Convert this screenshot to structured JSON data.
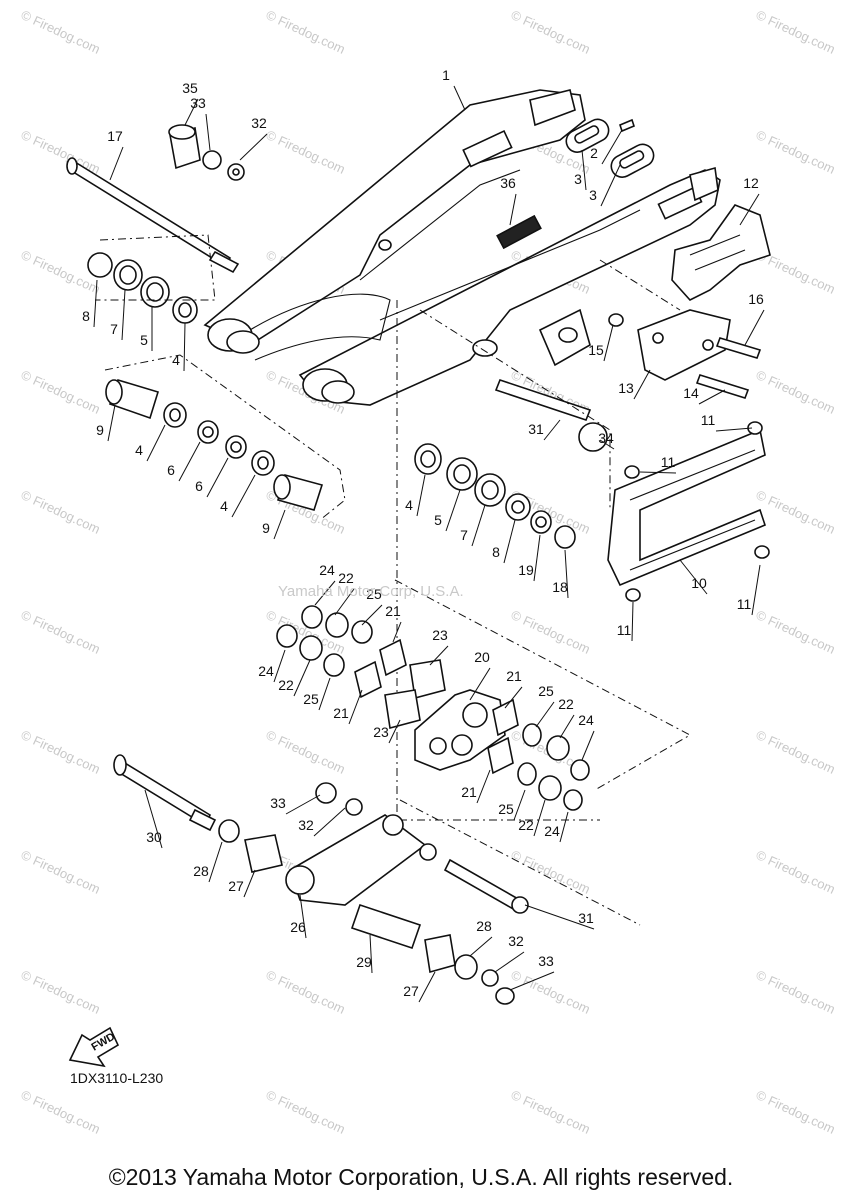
{
  "watermark_text": "© Firedog.com",
  "inline_watermark": "Yamaha Motor Corp, U.S.A.",
  "fwd_label": "FWD",
  "diagram_code": "1DX3110-L230",
  "copyright": "©2013 Yamaha Motor Corporation, U.S.A. All rights reserved.",
  "callouts": [
    "1",
    "2",
    "3",
    "3",
    "4",
    "4",
    "4",
    "4",
    "5",
    "5",
    "6",
    "6",
    "7",
    "7",
    "8",
    "8",
    "9",
    "9",
    "10",
    "11",
    "11",
    "11",
    "11",
    "12",
    "13",
    "14",
    "15",
    "16",
    "17",
    "18",
    "19",
    "20",
    "21",
    "21",
    "21",
    "21",
    "22",
    "22",
    "22",
    "22",
    "23",
    "23",
    "24",
    "24",
    "24",
    "24",
    "25",
    "25",
    "25",
    "25",
    "26",
    "27",
    "27",
    "28",
    "28",
    "29",
    "30",
    "31",
    "31",
    "32",
    "32",
    "32",
    "33",
    "33",
    "33",
    "34",
    "35",
    "36"
  ]
}
